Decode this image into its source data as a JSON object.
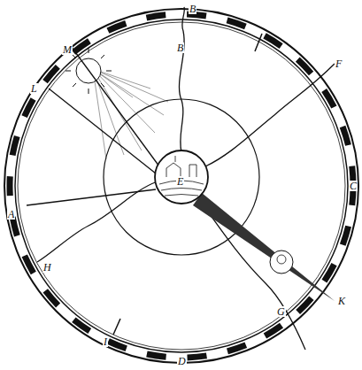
{
  "diagram": {
    "labels": [
      "B",
      "B",
      "M",
      "L",
      "A",
      "H",
      "I",
      "D",
      "G",
      "K",
      "F",
      "C",
      "E"
    ]
  }
}
